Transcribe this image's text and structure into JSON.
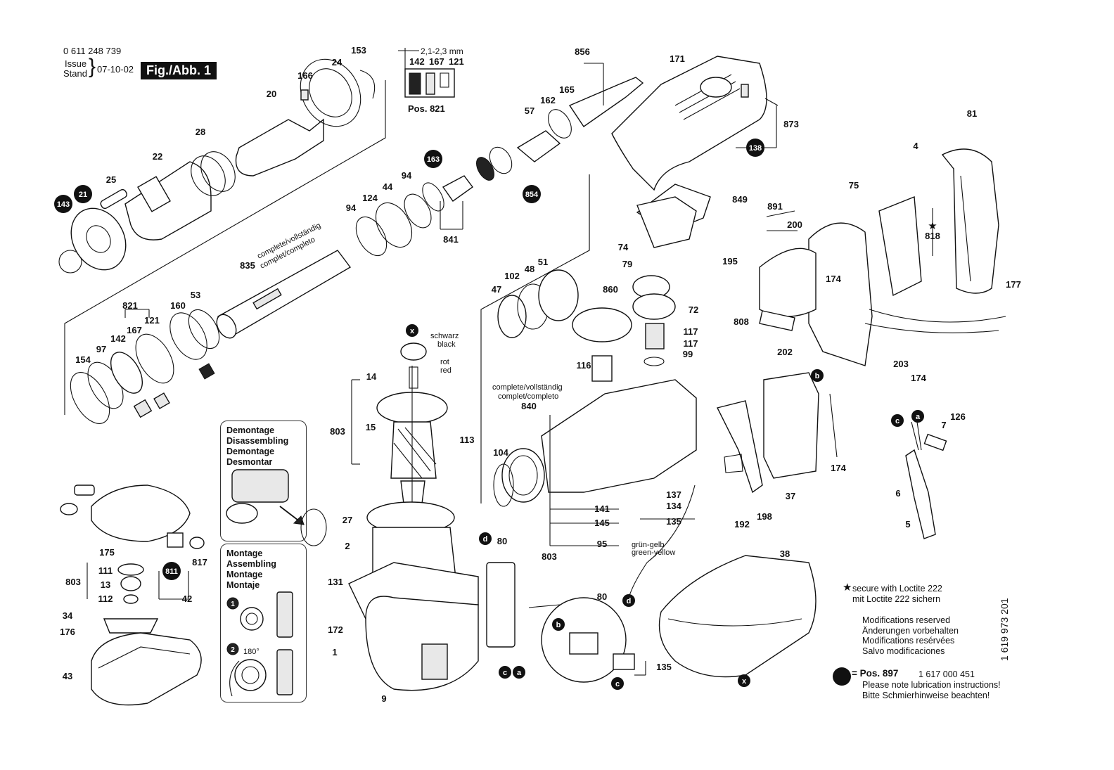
{
  "header": {
    "part_number": "0 611 248 739",
    "issue_label": "Issue",
    "stand_label": "Stand",
    "date": "07-10-02",
    "figure_label": "Fig./Abb. 1"
  },
  "detail_821": {
    "dimension": "2,1-2,3 mm",
    "parts": [
      "142",
      "167",
      "121"
    ],
    "caption": "Pos. 821"
  },
  "notes": {
    "complete_1": "complete/vollständig",
    "complete_2": "complet/completo",
    "schwarz": "schwarz",
    "black": "black",
    "rot": "rot",
    "red": "red",
    "gruen_gelb": "grün-gelb",
    "green_yellow": "green-yellow",
    "angle": "180°"
  },
  "demontage_box": {
    "lines": [
      "Demontage",
      "Disassembling",
      "Demontage",
      "Desmontar"
    ]
  },
  "montage_box": {
    "lines": [
      "Montage",
      "Assembling",
      "Montage",
      "Montaje"
    ],
    "steps": [
      "1",
      "2"
    ]
  },
  "legend": {
    "star_note_1": "secure with Loctite 222",
    "star_note_2": "mit Loctite 222 sichern",
    "modifications": [
      "Modifications reserved",
      "Änderungen vorbehalten",
      "Modifications resérvées",
      "Salvo modificaciones"
    ],
    "lube_pos": "= Pos.  897",
    "lube_part": "1 617 000 451",
    "lube_note_1": "Please note lubrication instructions!",
    "lube_note_2": "Bitte Schmierhinweise beachten!"
  },
  "side_code": "1 619 973 201",
  "connector_letters": [
    "x",
    "a",
    "b",
    "c",
    "d"
  ],
  "lubrication_points": [
    "143",
    "21",
    "163",
    "854",
    "138",
    "811"
  ],
  "part_labels": [
    "153",
    "24",
    "166",
    "20",
    "28",
    "22",
    "25",
    "856",
    "165",
    "162",
    "57",
    "94",
    "124",
    "44",
    "94",
    "841",
    "835",
    "821",
    "167",
    "121",
    "142",
    "97",
    "154",
    "160",
    "53",
    "171",
    "873",
    "81",
    "4",
    "818",
    "849",
    "891",
    "200",
    "75",
    "74",
    "79",
    "195",
    "174",
    "177",
    "808",
    "51",
    "48",
    "102",
    "47",
    "860",
    "72",
    "117",
    "117",
    "99",
    "116",
    "202",
    "203",
    "174",
    "14",
    "15",
    "803",
    "113",
    "840",
    "104",
    "141",
    "145",
    "95",
    "137",
    "134",
    "135",
    "803",
    "27",
    "2",
    "131",
    "172",
    "1",
    "9",
    "80",
    "80",
    "135",
    "38",
    "192",
    "198",
    "37",
    "174",
    "126",
    "7",
    "6",
    "5",
    "175",
    "111",
    "13",
    "112",
    "803",
    "817",
    "42",
    "34",
    "176",
    "43"
  ],
  "colors": {
    "ink": "#111111",
    "paper": "#ffffff",
    "badge": "#111111",
    "shade": "#e8e8e8"
  }
}
